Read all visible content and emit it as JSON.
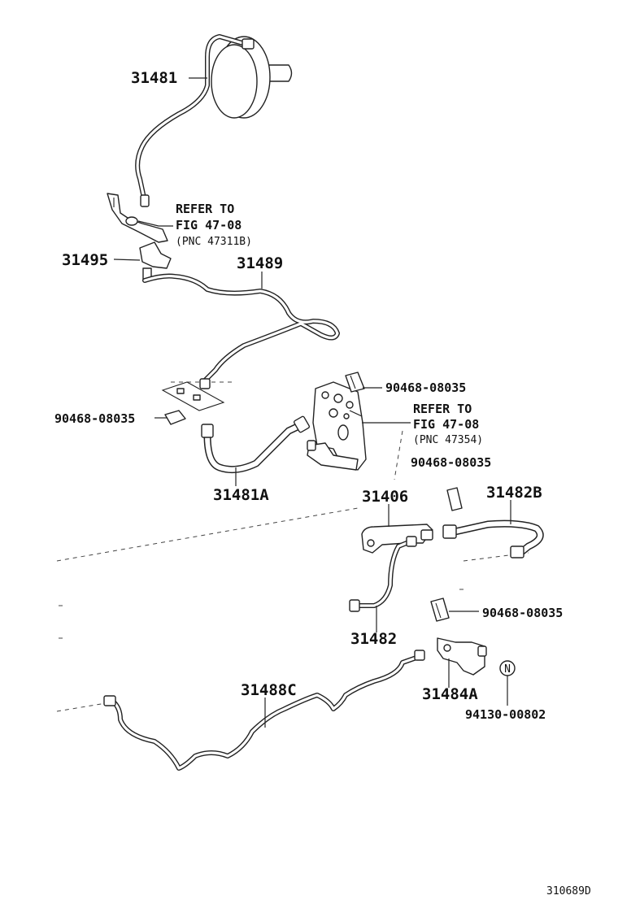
{
  "labels": {
    "p31481": "31481",
    "refer1_line1": "REFER TO",
    "refer1_line2": "FIG 47-08",
    "refer1_line3": "(PNC 47311B)",
    "p31495": "31495",
    "p31489": "31489",
    "clip_top": "90468-08035",
    "clip_left": "90468-08035",
    "refer2_line1": "REFER TO",
    "refer2_line2": "FIG 47-08",
    "refer2_line3": "(PNC 47354)",
    "clip_mid": "90468-08035",
    "p31481A": "31481A",
    "p31406": "31406",
    "p31482B": "31482B",
    "clip_lower": "90468-08035",
    "p31482": "31482",
    "p31488C": "31488C",
    "p31484A": "31484A",
    "nut_symbol": "N",
    "p94130": "94130-00802",
    "figure_code": "310689D"
  }
}
